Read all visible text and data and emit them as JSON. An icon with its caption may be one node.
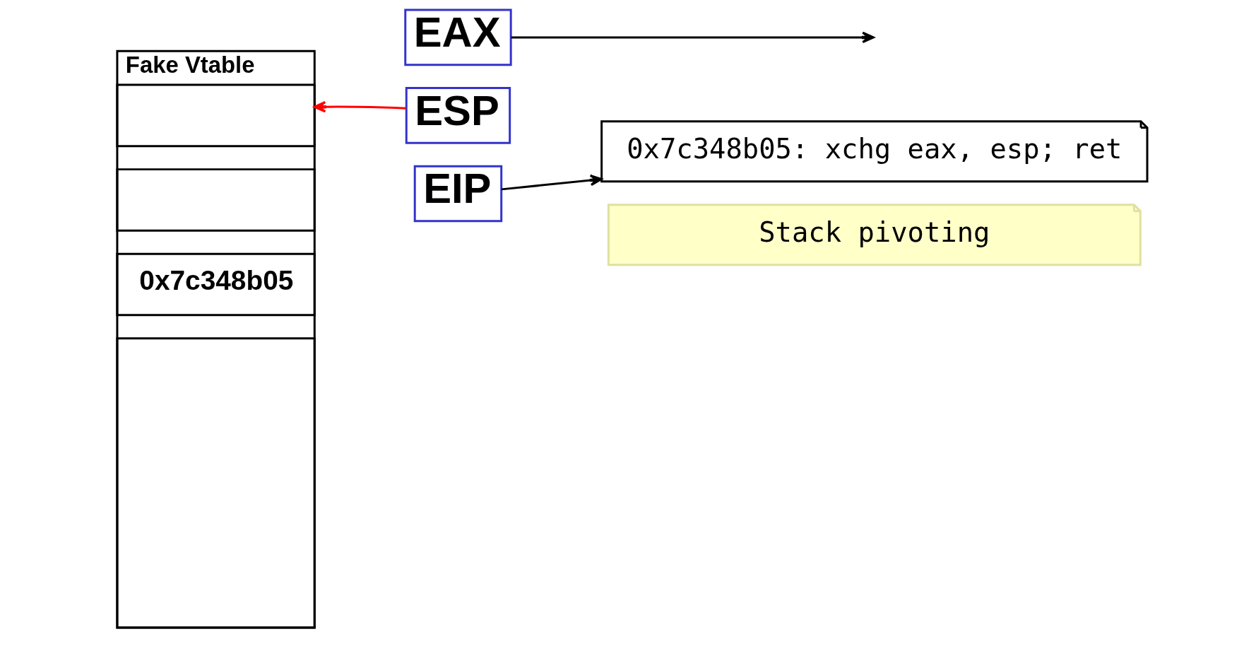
{
  "diagram": {
    "nodes": [
      {
        "text": [
          "Fake Vtable"
        ]
      },
      {
        "text": [],
        "shape": "box",
        "in": 0
      },
      {
        "text": [],
        "shape": "box",
        "in": 0
      },
      {
        "text": [
          "0x7c348b05"
        ],
        "in": 0
      },
      {
        "text": [],
        "shape": "box",
        "in": 0
      },
      {
        "text": [
          "EAX"
        ]
      },
      {
        "text": [
          "ESP"
        ]
      },
      {
        "text": [
          "EIP"
        ]
      },
      {
        "text": [
          "0x7c348b05: xchg eax, esp; ret"
        ]
      },
      {
        "text": [
          "Stack pivoting"
        ]
      }
    ],
    "edges": [
      {
        "from": 5,
        "to": null,
        "arrow": "to"
      },
      {
        "from": 6,
        "to": 1,
        "arrow": "to",
        "color": "#ff0000"
      },
      {
        "from": 7,
        "to": 8,
        "arrow": "to"
      }
    ]
  }
}
